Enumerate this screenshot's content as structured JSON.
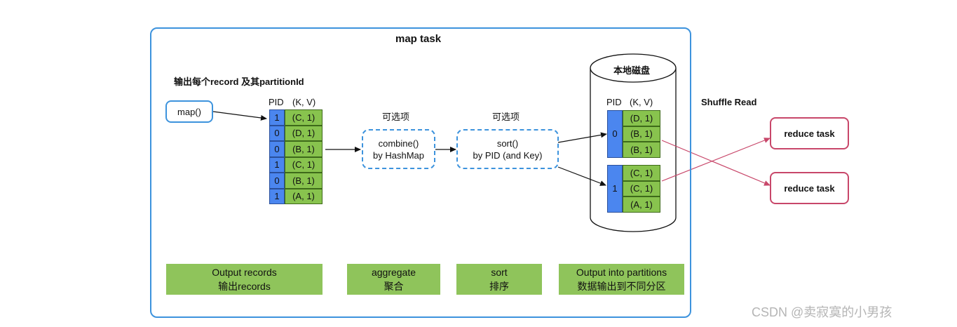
{
  "diagram": {
    "title": "map task",
    "output_caption": "输出每个record 及其partitionId",
    "map_node": "map()",
    "pid_header": "PID",
    "kv_header": "(K, V)",
    "records": [
      {
        "pid": "1",
        "kv": "(C, 1)"
      },
      {
        "pid": "0",
        "kv": "(D, 1)"
      },
      {
        "pid": "0",
        "kv": "(B, 1)"
      },
      {
        "pid": "1",
        "kv": "(C, 1)"
      },
      {
        "pid": "0",
        "kv": "(B, 1)"
      },
      {
        "pid": "1",
        "kv": "(A, 1)"
      }
    ],
    "combine": {
      "optional_label": "可选项",
      "line1": "combine()",
      "line2": "by HashMap"
    },
    "sort": {
      "optional_label": "可选项",
      "line1": "sort()",
      "line2": "by PID (and Key)"
    },
    "disk": {
      "label": "本地磁盘",
      "pid_header": "PID",
      "kv_header": "(K, V)",
      "partitions": [
        {
          "pid": "0",
          "records": [
            "(D, 1)",
            "(B, 1)",
            "(B, 1)"
          ]
        },
        {
          "pid": "1",
          "records": [
            "(C, 1)",
            "(C, 1)",
            "(A, 1)"
          ]
        }
      ]
    },
    "shuffle_label": "Shuffle Read",
    "reduce_tasks": [
      "reduce task",
      "reduce task"
    ],
    "stages": [
      {
        "en": "Output records",
        "zh": "输出records"
      },
      {
        "en": "aggregate",
        "zh": "聚合"
      },
      {
        "en": "sort",
        "zh": "排序"
      },
      {
        "en": "Output into partitions",
        "zh": "数据输出到不同分区"
      }
    ],
    "watermark": "CSDN @卖寂寞的小男孩",
    "colors": {
      "map_border": "#3d93dd",
      "pid_fill": "#4b86ef",
      "kv_fill": "#88c34e",
      "stage_fill": "#8fc45b",
      "reduce_border": "#c8476a"
    }
  }
}
